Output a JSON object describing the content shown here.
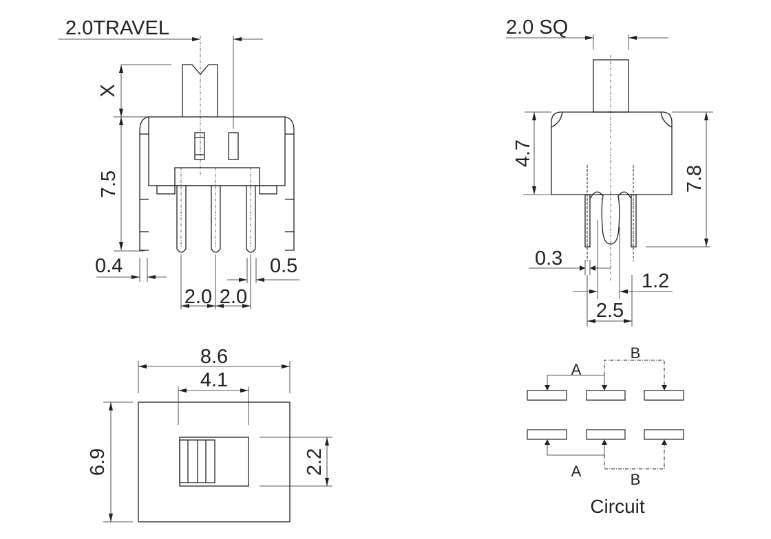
{
  "side_view": {
    "travel_label": "2.0TRAVEL",
    "x_label": "X",
    "height_label": "7.5",
    "left_pin_label": "0.4",
    "right_pin_label": "0.5",
    "pitch_left_label": "2.0",
    "pitch_right_label": "2.0"
  },
  "end_view": {
    "actuator_label": "2.0 SQ",
    "body_height_label": "4.7",
    "total_height_label": "7.8",
    "pin_thickness_label": "0.3",
    "gap_label": "1.2",
    "pin_span_label": "2.5"
  },
  "top_view": {
    "width_label": "8.6",
    "slot_label": "4.1",
    "depth_label": "6.9",
    "slot_height_label": "2.2"
  },
  "circuit": {
    "top_a_label": "A",
    "top_b_label": "B",
    "bottom_a_label": "A",
    "bottom_b_label": "B",
    "caption": "Circuit"
  }
}
